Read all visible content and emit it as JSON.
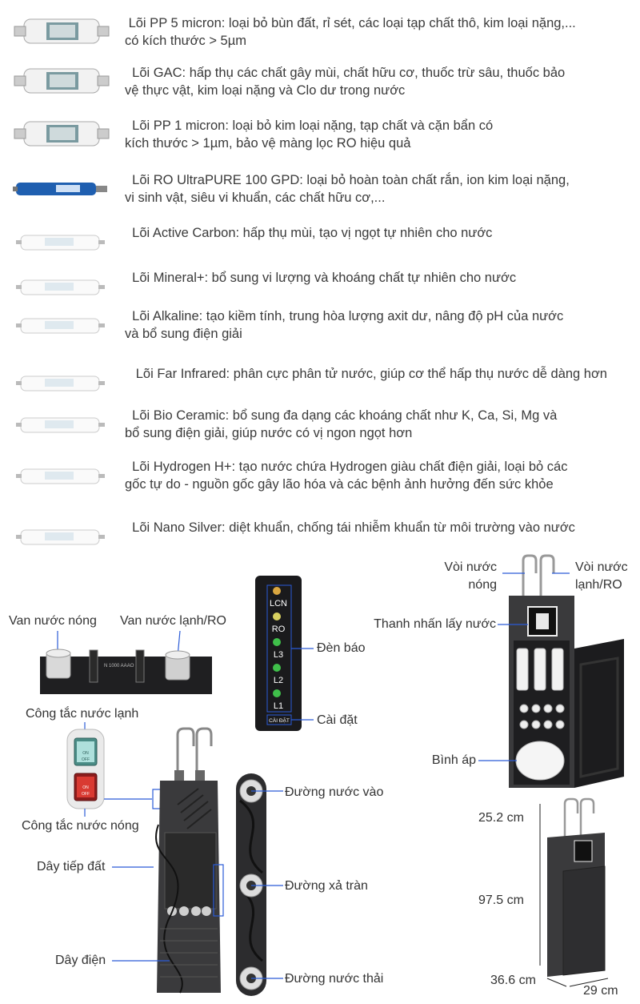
{
  "filters": [
    {
      "name": "Lõi PP 5 micron",
      "line1": " Lõi PP 5 micron: loại bỏ bùn đất, rỉ sét, các loại tạp chất thô, kim loại nặng,...",
      "line2": "có kích thước > 5µm",
      "icon": "pp-cartridge-icon"
    },
    {
      "name": "Lõi GAC",
      "line1": "  Lõi GAC: hấp thụ các chất gây mùi, chất hữu cơ, thuốc trừ sâu, thuốc bảo",
      "line2": "vệ thực vật, kim loại nặng và Clo dư trong nước",
      "icon": "gac-cartridge-icon"
    },
    {
      "name": "Lõi PP 1 micron",
      "line1": "  Lõi PP 1 micron: loại bỏ kim loại nặng, tạp chất và cặn bẩn có",
      "line2": "kích thước > 1µm, bảo vệ màng lọc RO hiệu quả",
      "icon": "pp-cartridge-icon"
    },
    {
      "name": "Lõi RO UltraPURE 100 GPD",
      "line1": "  Lõi RO UltraPURE 100 GPD: loại bỏ hoàn toàn chất rắn, ion kim loại nặng,",
      "line2": "vi sinh vật, siêu vi khuẩn, các chất hữu cơ,...",
      "icon": "ro-membrane-icon"
    },
    {
      "name": "Lõi Active Carbon",
      "line1": "  Lõi Active Carbon: hấp thụ mùi, tạo vị ngọt tự nhiên cho nước",
      "line2": "",
      "icon": "inline-cartridge-icon"
    },
    {
      "name": "Lõi Mineral+",
      "line1": "  Lõi Mineral+: bổ sung vi lượng và khoáng chất tự nhiên cho nước",
      "line2": "",
      "icon": "inline-cartridge-icon"
    },
    {
      "name": "Lõi Alkaline",
      "line1": "  Lõi Alkaline: tạo kiềm tính, trung hòa lượng axit dư, nâng độ pH của nước",
      "line2": "và bổ sung điện giải",
      "icon": "inline-cartridge-icon"
    },
    {
      "name": "Lõi Far Infrared",
      "line1": "   Lõi Far Infrared: phân cực phân tử nước, giúp cơ thể hấp thụ nước dễ dàng hơn",
      "line2": "",
      "icon": "inline-cartridge-icon"
    },
    {
      "name": "Lõi Bio Ceramic",
      "line1": "  Lõi Bio Ceramic: bổ sung đa dạng các khoáng chất như K, Ca, Si, Mg và",
      "line2": "bổ sung điện giải, giúp nước có vị ngon ngọt hơn",
      "icon": "inline-cartridge-icon"
    },
    {
      "name": "Lõi Hydrogen H+",
      "line1": "  Lõi Hydrogen H+: tạo nước chứa Hydrogen giàu chất điện giải, loại bỏ các",
      "line2": "gốc tự do - nguồn gốc gây lão hóa và các bệnh ảnh hưởng đến sức khỏe",
      "icon": "inline-cartridge-icon"
    },
    {
      "name": "Lõi Nano Silver",
      "line1": "  Lõi Nano Silver: diệt khuẩn, chống tái nhiễm khuẩn từ môi trường vào nước",
      "line2": "",
      "icon": "inline-cartridge-icon"
    }
  ],
  "valves": {
    "hot": "Van nước nóng",
    "cold": "Van nước lạnh/RO",
    "panel_text": "N 1000 AAAO"
  },
  "indicator": {
    "lights": [
      "LCN",
      "RO",
      "L3",
      "L2",
      "L1"
    ],
    "label": "Đèn báo",
    "setting_button": "CÀI ĐẶT",
    "setting_label": "Cài đặt",
    "light_colors": {
      "amber": "#d9a640",
      "yellow": "#d8d060",
      "green": "#3fbf4a"
    }
  },
  "switches": {
    "cold": "Công tắc nước lạnh",
    "hot": "Công tắc nước nóng",
    "on": "ON",
    "off": "OFF"
  },
  "back_view": {
    "ground_wire": "Dây tiếp đất",
    "power_cord": "Dây điện"
  },
  "ports": {
    "inlet": "Đường nước vào",
    "overflow": "Đường xả tràn",
    "drain": "Đường nước thải"
  },
  "front_view": {
    "hot_tap": "Vòi nước\nnóng",
    "cold_tap": "Vòi nước\nlạnh/RO",
    "dispense_bar": "Thanh nhấn lấy nước",
    "pressure_tank": "Bình áp"
  },
  "dimensions": {
    "top": "25.2 cm",
    "height": "97.5 cm",
    "depth": "36.6 cm",
    "width": "29 cm"
  },
  "colors": {
    "cabinet": "#3a3a3c",
    "accent_blue": "#2a5bd7",
    "text": "#333333"
  }
}
